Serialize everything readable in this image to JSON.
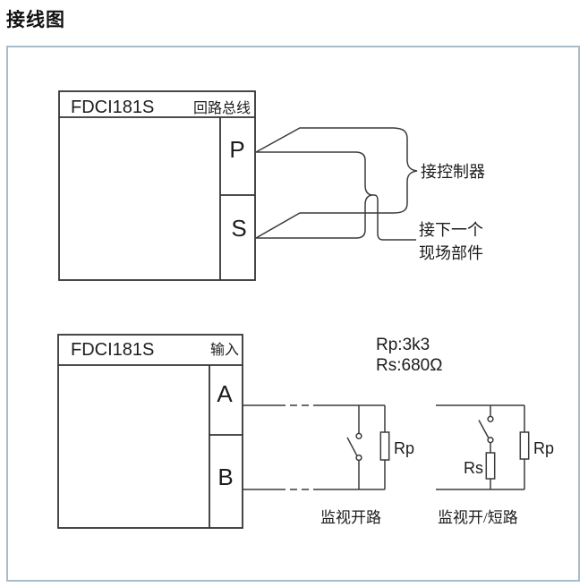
{
  "title": "接线图",
  "colors": {
    "line": "#3a3a3a",
    "panel_border": "#a9bcca",
    "text": "#1c1c1c"
  },
  "diagram_loop_bus": {
    "model": "FDCI181S",
    "header_right": "回路总线",
    "terminals": [
      "P",
      "S"
    ],
    "label_controller": "接控制器",
    "label_next_line1": "接下一个",
    "label_next_line2": "现场部件"
  },
  "diagram_input": {
    "model": "FDCI181S",
    "header_right": "输入",
    "terminals": [
      "A",
      "B"
    ],
    "rp_value": "Rp:3k3",
    "rs_value": "Rs:680Ω",
    "circuit_open": {
      "resistor_rp": "Rp",
      "caption": "监视开路"
    },
    "circuit_open_short": {
      "resistor_rs": "Rs",
      "resistor_rp": "Rp",
      "caption": "监视开/短路"
    }
  }
}
